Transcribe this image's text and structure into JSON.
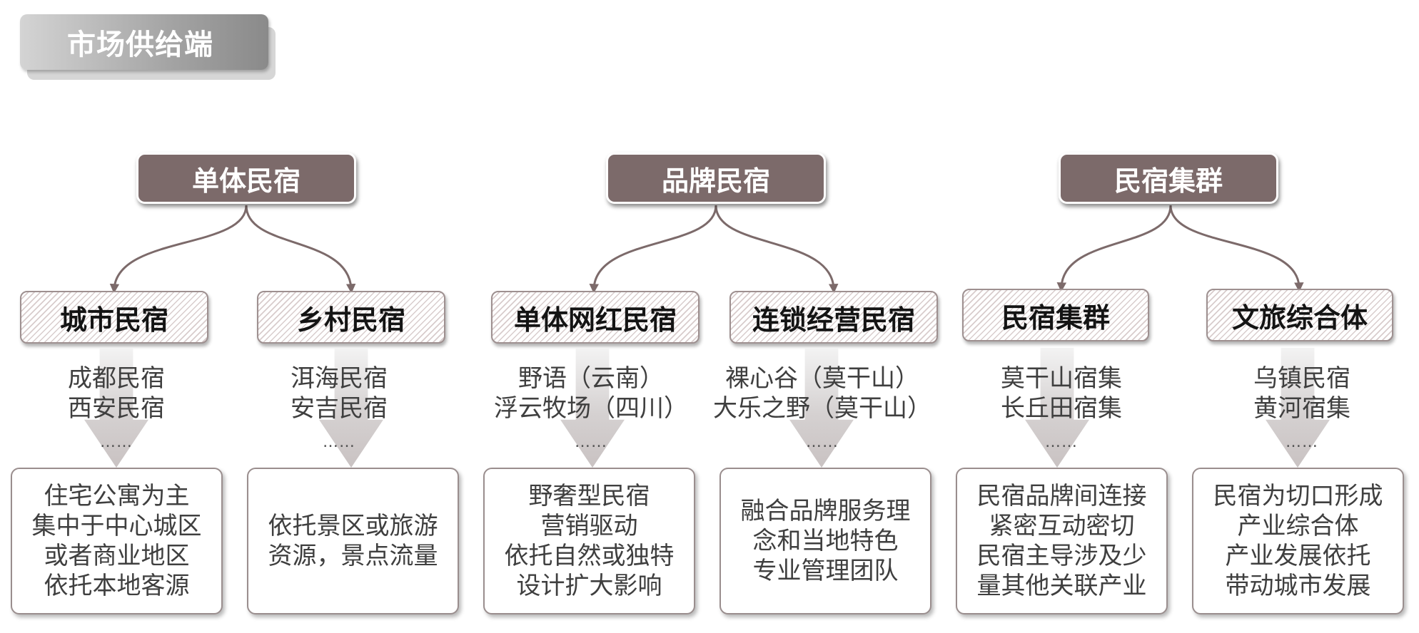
{
  "title": "市场供给端",
  "colors": {
    "category_fill": "#7c6a6a",
    "connector": "#7c6a6a",
    "text": "#3f3f3f",
    "hatch": "#d8cccc"
  },
  "categories": [
    {
      "label": "单体民宿",
      "children": [
        {
          "label": "城市民宿",
          "examples": [
            "成都民宿",
            "西安民宿"
          ],
          "more": "……",
          "description": [
            "住宅公寓为主",
            "集中于中心城区",
            "或者商业地区",
            "依托本地客源"
          ]
        },
        {
          "label": "乡村民宿",
          "examples": [
            "洱海民宿",
            "安吉民宿"
          ],
          "more": "……",
          "description": [
            "依托景区或旅游",
            "资源，景点流量"
          ]
        }
      ]
    },
    {
      "label": "品牌民宿",
      "children": [
        {
          "label": "单体网红民宿",
          "examples": [
            "野语（云南）",
            "浮云牧场（四川）"
          ],
          "more": "……",
          "description": [
            "野奢型民宿",
            "营销驱动",
            "依托自然或独特",
            "设计扩大影响"
          ]
        },
        {
          "label": "连锁经营民宿",
          "examples": [
            "裸心谷（莫干山）",
            "大乐之野（莫干山）"
          ],
          "more": "……",
          "description": [
            "融合品牌服务理",
            "念和当地特色",
            "专业管理团队"
          ]
        }
      ]
    },
    {
      "label": "民宿集群",
      "children": [
        {
          "label": "民宿集群",
          "examples": [
            "莫干山宿集",
            "长丘田宿集"
          ],
          "more": "……",
          "description": [
            "民宿品牌间连接",
            "紧密互动密切",
            "民宿主导涉及少",
            "量其他关联产业"
          ]
        },
        {
          "label": "文旅综合体",
          "examples": [
            "乌镇民宿",
            "黄河宿集"
          ],
          "more": "……",
          "description": [
            "民宿为切口形成",
            "产业综合体",
            "产业发展依托",
            "带动城市发展"
          ]
        }
      ]
    }
  ]
}
